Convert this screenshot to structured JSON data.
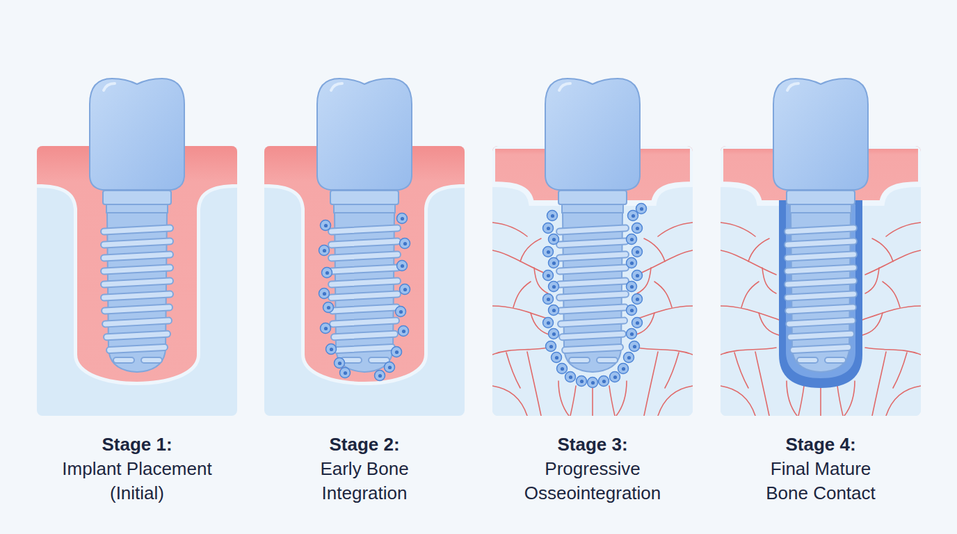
{
  "diagram": {
    "nodes": [
      {
        "text": [
          "Stage 1:",
          "Implant Placement (Initial)"
        ]
      },
      {
        "text": [
          "Stage 2:",
          "Early Bone Integration"
        ]
      },
      {
        "text": [
          "Stage 3:",
          "Progressive Osseointegration"
        ]
      },
      {
        "text": [
          "Stage 4:",
          "Final Mature Bone Contact"
        ]
      }
    ]
  }
}
